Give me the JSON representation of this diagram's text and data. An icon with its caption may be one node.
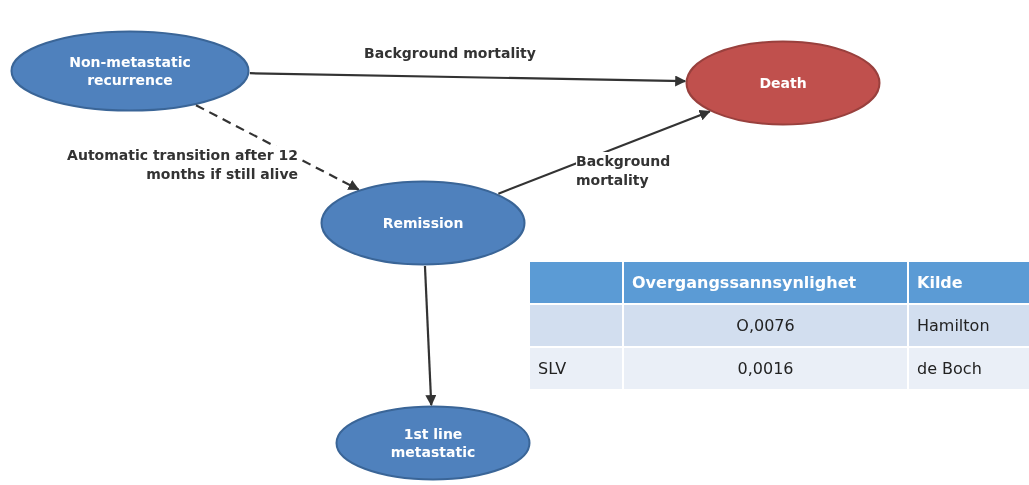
{
  "diagram": {
    "nodes": [
      {
        "text": [
          "Non-metastatic recurrence"
        ]
      },
      {
        "text": [
          "Death"
        ]
      },
      {
        "text": [
          "Remission"
        ]
      },
      {
        "text": [
          "1st line metastatic"
        ]
      }
    ],
    "edges": [
      {
        "from": 0,
        "to": 1,
        "arrow": "to",
        "label": "Background mortality"
      },
      {
        "from": 0,
        "to": 2,
        "arrow": "to",
        "style": "dashed",
        "label": "Automatic transition after 12 months if still alive"
      },
      {
        "from": 2,
        "to": 1,
        "arrow": "to",
        "label": "Background mortality"
      },
      {
        "from": 2,
        "to": 3,
        "arrow": "to"
      }
    ],
    "labels": [
      "Overgangssannsynlighet",
      "Kilde",
      "O,0076",
      "Hamilton",
      "SLV",
      "0,0016",
      "de Boch"
    ]
  }
}
